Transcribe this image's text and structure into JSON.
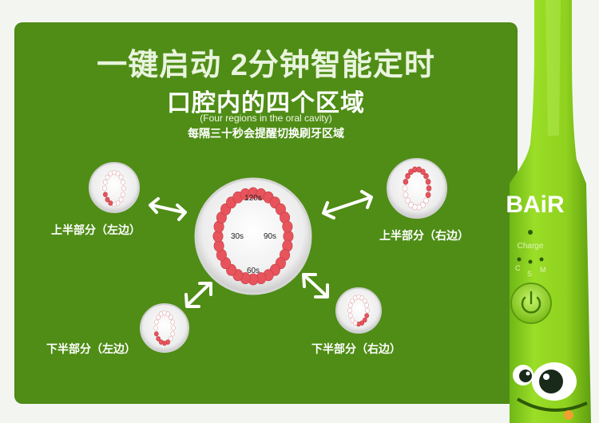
{
  "headline": "一键启动 2分钟智能定时",
  "subheadline": "口腔内的四个区域",
  "english_subtitle": "(Four regions in the oral cavity)",
  "reminder_text": "每隔三十秒会提醒切换刷牙区域",
  "center_diagram": {
    "top_label": "120s",
    "left_label": "30s",
    "right_label": "90s",
    "bottom_label": "60s"
  },
  "regions": {
    "upper_left": "上半部分（左边）",
    "upper_right": "上半部分（右边）",
    "lower_left": "下半部分（左边）",
    "lower_right": "下半部分（右边）"
  },
  "toothbrush": {
    "brand": "BAiR",
    "charge_label": "Charge",
    "mode_labels": [
      "C",
      "S",
      "M"
    ]
  },
  "colors": {
    "panel_green": "#4f8d16",
    "handle_green": "#8fd11e",
    "tooth_pink": "#e8545c"
  }
}
